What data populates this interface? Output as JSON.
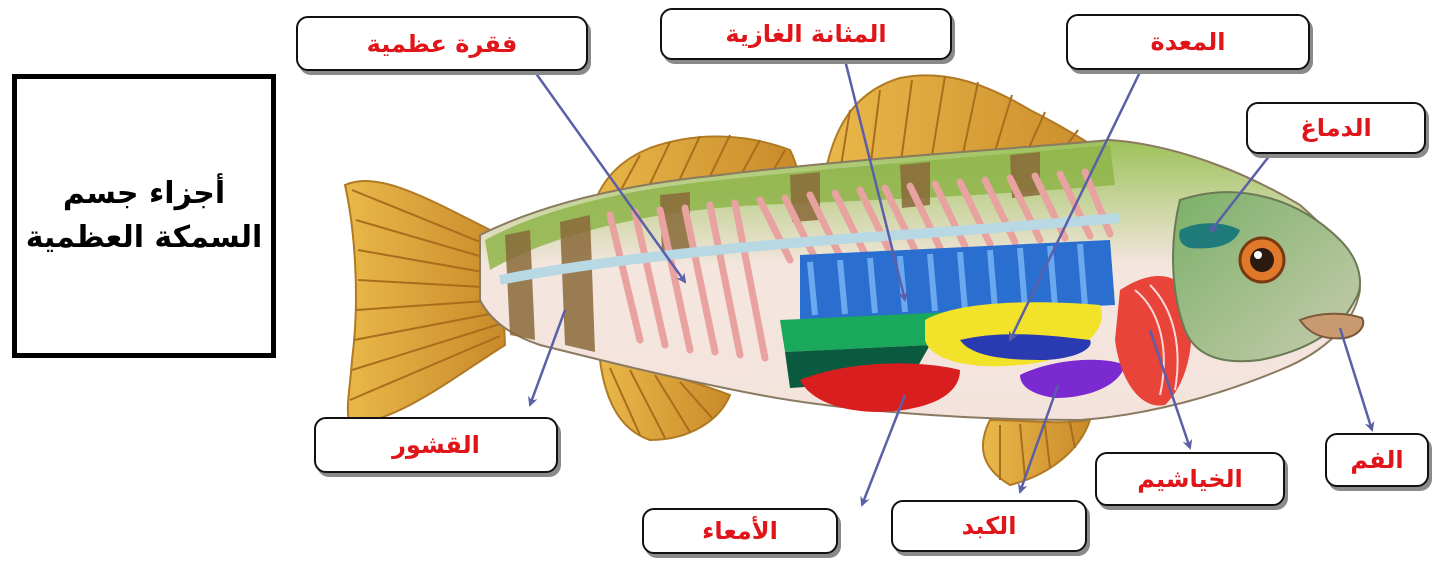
{
  "title": {
    "line1": "أجزاء جسم",
    "line2": "السمكة العظمية"
  },
  "labels": {
    "vertebra": "فقرة عظمية",
    "swim_bladder": "المثانة الغازية",
    "stomach": "المعدة",
    "brain": "الدماغ",
    "scales": "القشور",
    "intestines": "الأمعاء",
    "liver": "الكبد",
    "gills": "الخياشيم",
    "mouth": "الفم"
  },
  "colors": {
    "label_text": "#e0151a",
    "arrow": "#5a5fa8",
    "fins": "#d9a23a",
    "body_green": "#8fb54a",
    "stripes": "#8a6a3a",
    "ribs": "#e8a2a0",
    "gills": "#e8443a",
    "liver": "#d81e1e",
    "intestine_purple": "#7a2ad0",
    "stomach_yellow": "#f2e22a"
  }
}
